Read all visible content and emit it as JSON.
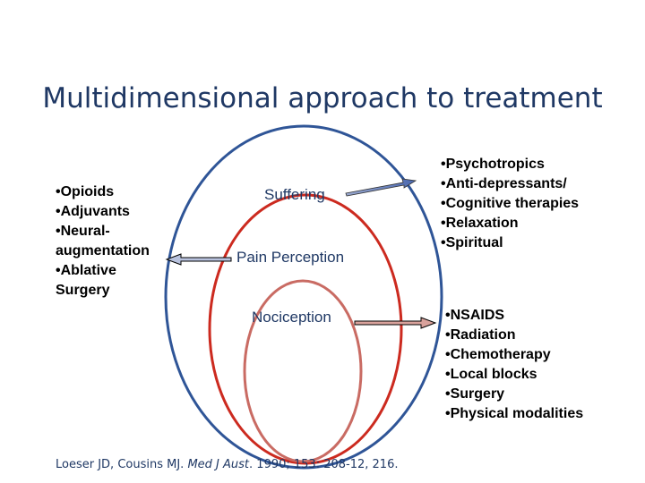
{
  "slide": {
    "title": "Multidimensional approach to treatment"
  },
  "diagram": {
    "rings": [
      {
        "label": "Suffering"
      },
      {
        "label": "Pain Perception"
      },
      {
        "label": "Nociception"
      }
    ],
    "colors": {
      "outer_ring": "#2f5597",
      "middle_ring": "#cc2a1f",
      "inner_ring": "#c96b63",
      "label_text": "#1f3864"
    }
  },
  "left_list": {
    "items": [
      "•Opioids",
      "•Adjuvants",
      "•Neural-",
      "augmentation",
      "•Ablative",
      "Surgery"
    ]
  },
  "top_right_list": {
    "items": [
      "•Psychotropics",
      "•Anti-depressants/",
      "•Cognitive therapies",
      "•Relaxation",
      "•Spiritual"
    ]
  },
  "bottom_right_list": {
    "items": [
      "•NSAIDS",
      "•Radiation",
      "•Chemotherapy",
      "•Local blocks",
      "•Surgery",
      "•Physical modalities"
    ]
  },
  "citation": {
    "authors": "Loeser JD, Cousins MJ.",
    "journal": "Med J Aust",
    "details": ". 1990; 153: 208-12, 216."
  }
}
